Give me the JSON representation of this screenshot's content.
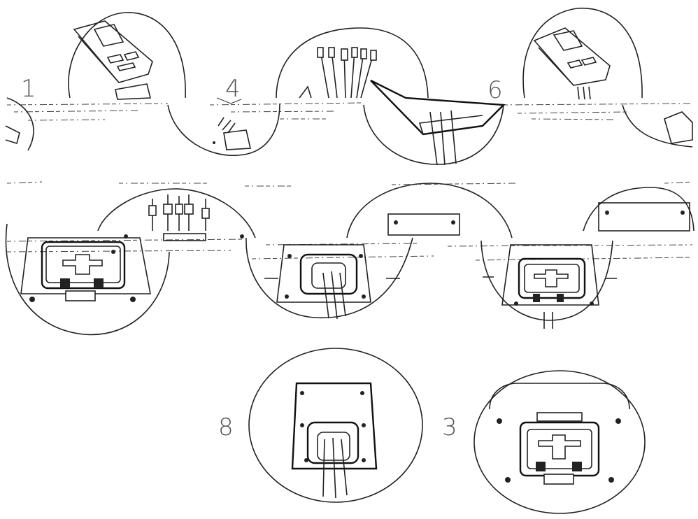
{
  "colors": {
    "line": "#222222",
    "background": "#ffffff",
    "label": "#555555"
  },
  "steps": [
    {
      "label": "1"
    },
    {
      "label": "4"
    },
    {
      "label": "6"
    },
    {
      "label": "8"
    },
    {
      "label": "3"
    }
  ]
}
